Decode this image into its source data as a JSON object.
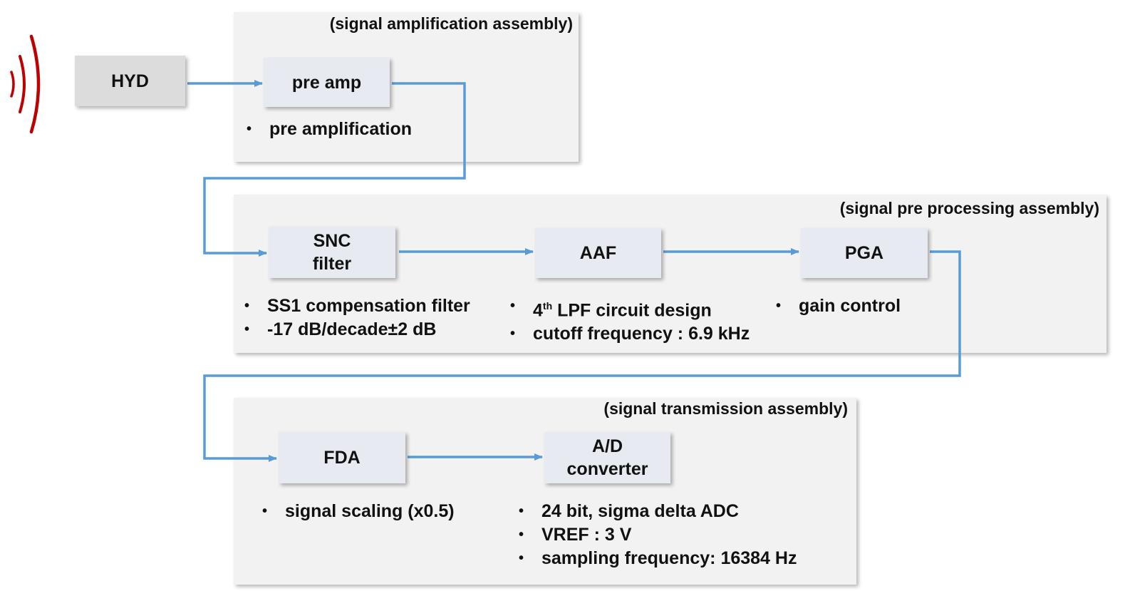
{
  "assemblies": {
    "amplification": {
      "title": "(signal amplification assembly)",
      "blocks": {
        "hyd": "HYD",
        "pre_amp": "pre amp"
      },
      "notes": {
        "pre_amp": [
          "pre amplification"
        ]
      }
    },
    "preprocessing": {
      "title": "(signal pre processing assembly)",
      "blocks": {
        "snc_line1": "SNC",
        "snc_line2": "filter",
        "aaf": "AAF",
        "pga": "PGA"
      },
      "notes": {
        "snc": [
          "SS1 compensation filter",
          "-17 dB/decade±2 dB"
        ],
        "aaf_line1_ordinal": "4",
        "aaf_line1_suffix": "th",
        "aaf_line1_rest": " LPF circuit design",
        "aaf_line2": "cutoff frequency : 6.9 kHz",
        "pga": [
          "gain control"
        ]
      }
    },
    "transmission": {
      "title": "(signal transmission assembly)",
      "blocks": {
        "fda": "FDA",
        "adc_line1": "A/D",
        "adc_line2": "converter"
      },
      "notes": {
        "fda": [
          "signal scaling (x0.5)"
        ],
        "adc": [
          "24 bit, sigma delta ADC",
          "VREF : 3 V",
          "sampling frequency: 16384 Hz"
        ]
      }
    }
  },
  "colors": {
    "arrow": "#5b9bd5",
    "signal_wave": "#c00000",
    "assembly_bg": "#f2f2f2",
    "block_bg": "#e7ebf1",
    "hyd_bg": "#dcdcdc"
  },
  "icons": {
    "signal_wave": "acoustic-wave-icon",
    "arrow": "flow-arrow"
  }
}
